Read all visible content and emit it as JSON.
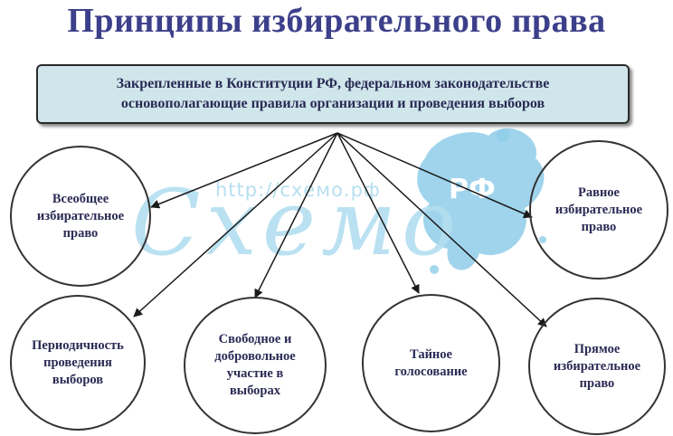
{
  "title": "Принципы избирательного права",
  "top_box": {
    "line1": "Закрепленные в Конституции РФ, федеральном законодательстве",
    "line2": "основополагающие правила организации и проведения выборов"
  },
  "principles": [
    {
      "id": "universal",
      "label": "Всеобщее\nизбирательное\nправо"
    },
    {
      "id": "equal",
      "label": "Равное\nизбирательное\nправо"
    },
    {
      "id": "periodicity",
      "label": "Периодичность\nпроведения\nвыборов"
    },
    {
      "id": "free",
      "label": "Свободное и\nдобровольное\nучастие в\nвыборах"
    },
    {
      "id": "secret",
      "label": "Тайное\nголосование"
    },
    {
      "id": "direct",
      "label": "Прямое\nизбирательное\nправо"
    }
  ],
  "watermark": {
    "url": "http://схемо.рф",
    "brand": "Схемо",
    "rf": "РФ"
  },
  "colors": {
    "title": "#3c3f8a",
    "box_fill": "#cfe6ea",
    "text": "#2a2a55",
    "watermark": "#b3def0"
  }
}
